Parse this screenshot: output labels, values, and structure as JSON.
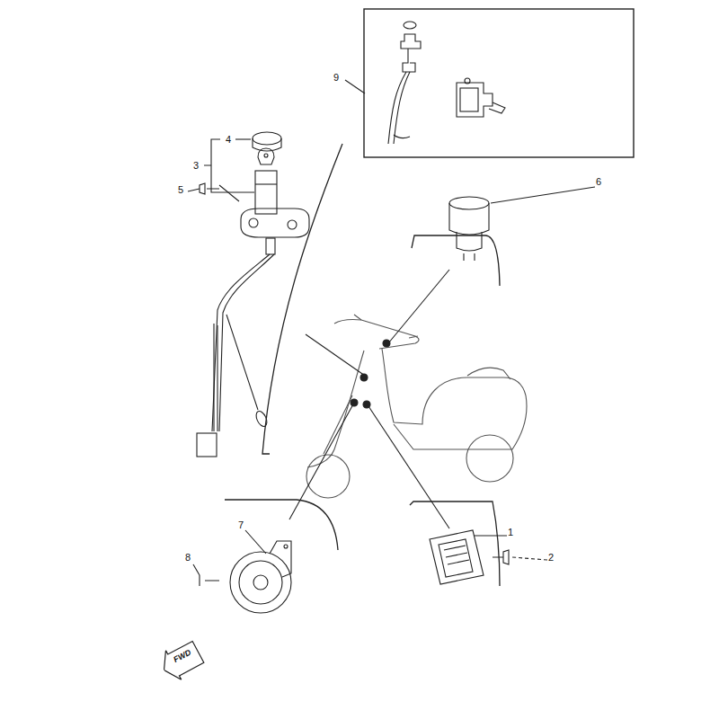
{
  "diagram": {
    "nodes": [
      {
        "text": [
          "FWD"
        ]
      }
    ],
    "labels": [
      "9",
      "4",
      "3",
      "5",
      "6",
      "7",
      "8",
      "1",
      "2"
    ]
  }
}
